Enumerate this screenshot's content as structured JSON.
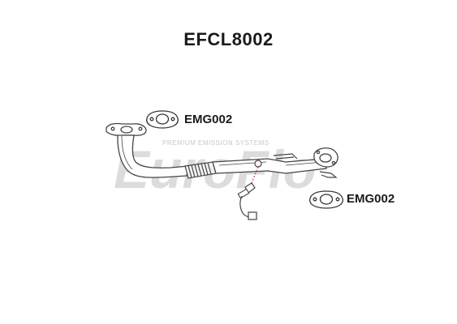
{
  "title": "EFCL8002",
  "parts": [
    {
      "code": "EMG002"
    },
    {
      "code": "EMG002"
    }
  ],
  "watermark": {
    "brand": "EuroFlo",
    "tagline": "PREMIUM EMISSION SYSTEMS"
  },
  "colors": {
    "outline": "#444444",
    "watermark": "#d8d8d8",
    "sensor_wire": "#d04040"
  }
}
